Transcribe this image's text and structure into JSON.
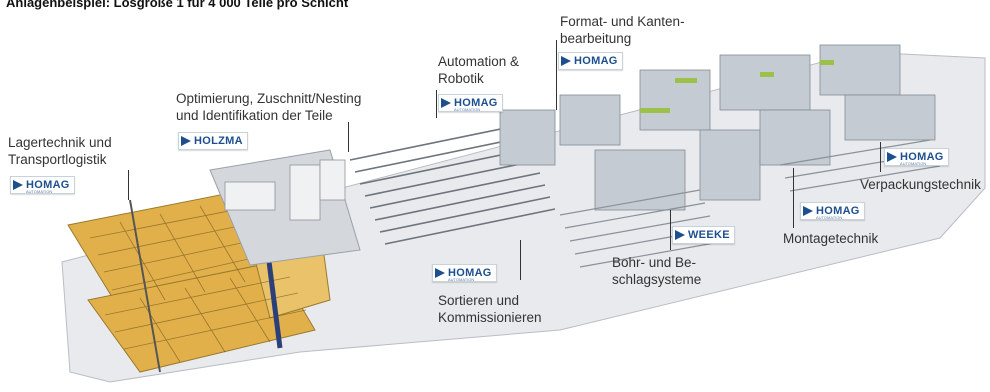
{
  "title": "Anlagenbeispiel: Losgröße 1 für 4 000 Teile pro Schicht",
  "labels": {
    "lager": [
      "Lagertechnik und",
      "Transportlogistik"
    ],
    "zuschnitt": [
      "Optimierung, Zuschnitt/Nesting",
      "und Identifikation der Teile"
    ],
    "robotik": [
      "Automation &",
      "Robotik"
    ],
    "format": [
      "Format- und Kanten-",
      "bearbeitung"
    ],
    "verpackung": [
      "Verpackungstechnik"
    ],
    "montage": [
      "Montagetechnik"
    ],
    "bohr": [
      "Bohr- und Be-",
      "schlagsysteme"
    ],
    "sortieren": [
      "Sortieren und",
      "Kommissionieren"
    ]
  },
  "logos": {
    "homag": "HOMAG",
    "homag_sub": "AUTOMATION",
    "holzma": "HOLZMA",
    "weeke": "WEEKE"
  },
  "colors": {
    "accent": "#1d4f8f",
    "storage": "#e2b04a",
    "floor": "#d6d9dd"
  }
}
